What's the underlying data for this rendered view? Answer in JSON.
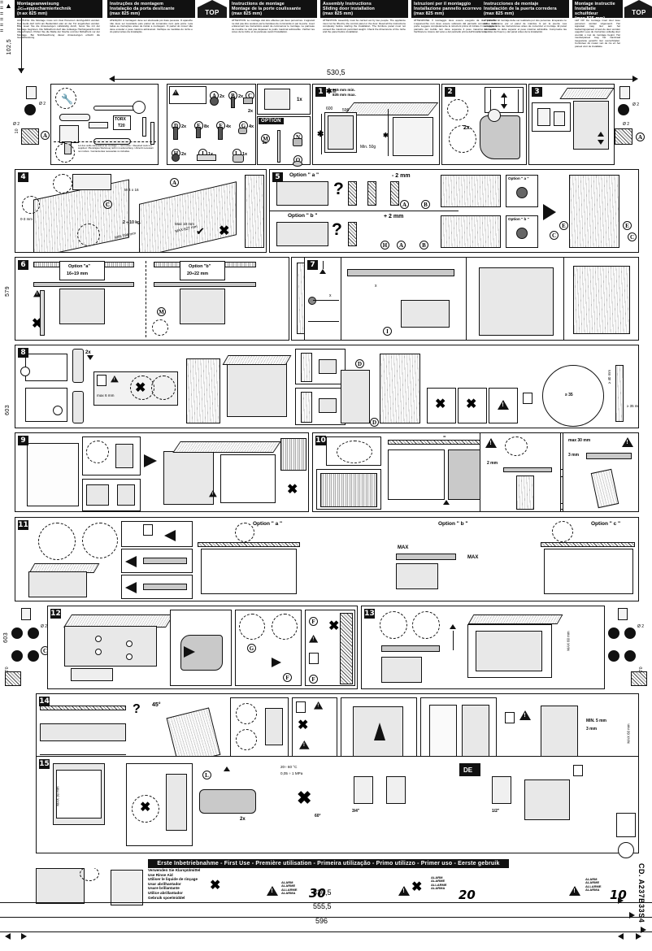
{
  "document": {
    "code": "CD. A237B33S4",
    "sheet_size": "802x1170"
  },
  "headers": [
    {
      "id": "de",
      "line1": "Montageanweisung",
      "line2": "Schleppscharniertechnik",
      "line3": "(max 825 mm)",
      "body": "ACHTUNG: Die Montage muss von zwei Personen durchgeführt werden. Das Gerät darf nicht am Bedienfeld oder an der Tür angehoben werden. Bitte lesen Sie die Anweisungen vollständig durch, bevor Sie mit der Montage beginnen. Die Möbelfront darf das zulässige Höchstgewicht nicht überschreiten. Prüfen Sie die Maße der Nische und der Möbelfront vor der Montage. Bei Nichtbeachtung dieser Anweisungen erlischt die Gewährleistung."
    },
    {
      "id": "pt",
      "line1": "Instruções de montagem",
      "line2": "Instalação da porta deslizante",
      "line3": "(max 825 mm)",
      "body": "ATENÇÃO: A montagem deve ser efectuada por duas pessoas. O aparelho não deve ser levantado pelo painel de comandos nem pela porta. Leia todas as instruções antes de iniciar a montagem. O painel do móvel não deve exceder o peso máximo admissível. Verifique as medidas do nicho e do painel antes da instalação."
    },
    {
      "id": "fr",
      "line1": "Instructions de montage",
      "line2": "Montage de la porte coulissante",
      "line3": "(max 825 mm)",
      "body": "ATTENTION: Le montage doit être effectué par deux personnes. L'appareil ne doit pas être soulevé par le bandeau de commande ni par la porte. Lisez entièrement les instructions avant de commencer le montage. Le panneau de meuble ne doit pas dépasser le poids maximal admissible. Vérifiez les cotes de la niche et du panneau avant l'installation."
    },
    {
      "id": "en",
      "line1": "Assembly Instructions",
      "line2": "Sliding door installation",
      "line3": "(max 825 mm)",
      "body": "ATTENTION: Assembly must be carried out by two people. The appliance must not be lifted by the control panel or the door. Read all the instructions completely before starting the installation. The furniture panel must not exceed the maximum permitted weight. Check the dimensions of the niche and the panel before installation."
    },
    {
      "id": "it",
      "line1": "Istruzioni per il montaggio",
      "line2": "Installazione pannello scorrevole",
      "line3": "(max 825 mm)",
      "body": "ATTENZIONE: Il montaggio deve essere eseguito da due persone. L'apparecchio non deve essere sollevato dal pannello comandi o dalla porta. Leggere completamente le istruzioni prima di iniziare il montaggio. Il pannello del mobile non deve superare il peso massimo consentito. Verificare le misure del vano e del pannello prima dell'installazione."
    },
    {
      "id": "es",
      "line1": "Instrucciones de montaje",
      "line2": "Instalación de la puerta corredera",
      "line3": "(max 825 mm)",
      "body": "ATENCIÓN: El montaje debe ser realizado por dos personas. El aparato no debe levantarse por el panel de mandos ni por la puerta. Lea completamente las instrucciones antes de comenzar el montaje. El panel del mueble no debe superar el peso máximo admisible. Compruebe las medidas del hueco y del panel antes de la instalación."
    },
    {
      "id": "nl",
      "line1": "Montage instructie",
      "line2": "Installatie schuifdeur",
      "line3": "(max 825 mm)",
      "body": "LET OP: De montage moet door twee personen worden uitgevoerd. Het apparaat mag niet aan het bedieningspaneel of aan de deur worden opgetild. Lees de instructies volledig door voordat u met de montage begint. Het meubelpaneel mag het maximaal toegestane gewicht niet overschrijden. Controleer de maten van de nis en het paneel vóór de installatie."
    }
  ],
  "top_badge": {
    "label": "TOP"
  },
  "parts": {
    "list": [
      {
        "ref": "A",
        "qty": "2x"
      },
      {
        "ref": "B",
        "qty": "2x"
      },
      {
        "ref": "C",
        "qty": "2x"
      },
      {
        "ref": "D",
        "qty": "2x"
      },
      {
        "ref": "E",
        "qty": "8x"
      },
      {
        "ref": "F",
        "qty": "4x"
      },
      {
        "ref": "G",
        "qty": "4x"
      },
      {
        "ref": "H",
        "qty": "2x"
      },
      {
        "ref": "I",
        "qty": "1x"
      },
      {
        "ref": "L",
        "qty": "1x"
      }
    ],
    "bag_qty": "1x",
    "option": {
      "label": "OPTION",
      "items": [
        {
          "ref": "M",
          "qty": "2x"
        },
        {
          "ref": "N",
          "qty": ""
        },
        {
          "ref": "O",
          "qty": ""
        }
      ]
    },
    "tools": {
      "torx_label_top": "TORX",
      "torx_label_bottom": "T20",
      "drill_dia": "Ø 2",
      "depth": "10"
    }
  },
  "steps": {
    "s1": {
      "num": "1",
      "star_note_1": "815 mm min.",
      "star_note_2": "835 mm max.",
      "dim_600": "600",
      "dim_596": "596",
      "min_note": "Min. 50g"
    },
    "s2": {
      "num": "2",
      "qty": "2x"
    },
    "s3": {
      "num": "3",
      "drill_dia": "Ø 2",
      "depth": "10",
      "ref": "A"
    },
    "s4": {
      "num": "4",
      "weight": "2 ÷ 10 kg.",
      "max_width": "MAX 627 mm",
      "min_width": "MIN 596 mm",
      "max_gap": "Max 10 mm",
      "screw": "M 4 x 16",
      "edge": "0-3 mm",
      "ref_c": "C",
      "ref_a": "A"
    },
    "s5": {
      "num": "5",
      "option_a": "Option \" a \"",
      "option_b": "Option \" b \"",
      "offset_a": "- 2 mm",
      "offset_b": "+ 2 mm",
      "refs_a": [
        "A",
        "B"
      ],
      "refs_b": [
        "H",
        "A",
        "B"
      ],
      "refs_fix": [
        "C",
        "E"
      ]
    },
    "s6": {
      "num": "6",
      "option_a": "Option \"a\"",
      "option_a_range": "16÷19 mm",
      "option_b": "Option \"b\"",
      "option_b_range": "20÷22 mm",
      "ref_m": "M"
    },
    "s7": {
      "num": "7",
      "dim_x": "x",
      "ref_i": "I"
    },
    "s8": {
      "num": "8",
      "qty": "2x",
      "max_note": "max 6 mm",
      "ref_d": "D"
    },
    "s9": {
      "num": "9"
    },
    "s10": {
      "num": "10",
      "gap_2mm": "2 mm",
      "gap_3mm": "3 mm",
      "max_30": "max 30 mm"
    },
    "s11": {
      "num": "11",
      "option_a": "Option \" a \"",
      "option_b": "Option \" b \"",
      "option_c": "Option \" c \"",
      "max_label": "MAX"
    },
    "s12": {
      "num": "12",
      "drill_dia": "Ø 2",
      "refs": [
        "C",
        "G",
        "F"
      ]
    },
    "s13": {
      "num": "13",
      "drill_dia": "Ø 2"
    },
    "s14": {
      "num": "14",
      "angle": "45°",
      "min_note": "MIN. 5 mm",
      "max_note": "MAX 60 mm",
      "clear": "3 mm"
    },
    "s15": {
      "num": "15",
      "ref_l": "L",
      "angle": "60°",
      "temp": "20÷ 60 °C",
      "bar": "0,05 ÷ 1 MPa",
      "thread": "3/4\"",
      "region": "DE",
      "half": "1/2\""
    }
  },
  "first_use": {
    "band": "Erste Inbetriebnahme - First Use - Première utilisation - Primeira utilização - Primo utilizzo - Primer uso - Eerste gebruik",
    "lines": [
      "Verwenden Sie Klarspülmittel",
      "Use Rinse Aid",
      "Utiliser le liquide de rinçage",
      "Usar abrilhantador",
      "Usare brillantante",
      "Utilice abrillantador",
      "Gebruik spoelmiddel"
    ],
    "alarms": [
      {
        "labels": "ALARM\nALARME\nALLARME\nALARMA",
        "code": "30"
      },
      {
        "labels": "ALARM\nALARME\nALLARME\nALARMA",
        "code": "20"
      },
      {
        "labels": "ALARM\nALARME\nALLARME\nALARMA",
        "code": "10"
      }
    ]
  },
  "dimensions": {
    "left_top": "102,5",
    "left_mid": "579",
    "left_tall": "603",
    "left_lower": "603",
    "left_small": "70",
    "niche_depth": "530,5",
    "footer_a": "530,5",
    "footer_b": "555,5",
    "footer_c": "596"
  },
  "colors": {
    "ink": "#111111",
    "panel_fill": "#f4f4f4",
    "shade": "#c9c9c9"
  }
}
